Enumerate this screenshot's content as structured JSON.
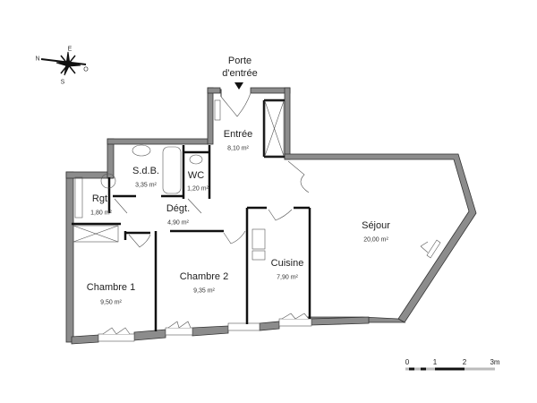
{
  "compass": {
    "north": "N",
    "east": "E",
    "south": "S",
    "west": "O"
  },
  "entrance": {
    "label_line1": "Porte",
    "label_line2": "d'entrée"
  },
  "rooms": [
    {
      "id": "entree",
      "name": "Entrée",
      "area": "8,10 m²"
    },
    {
      "id": "sdb",
      "name": "S.d.B.",
      "area": "3,35 m²"
    },
    {
      "id": "wc",
      "name": "WC",
      "area": "1,20 m²"
    },
    {
      "id": "rgt",
      "name": "Rgt.",
      "area": "1,80 m²"
    },
    {
      "id": "degt",
      "name": "Dégt.",
      "area": "4,90 m²"
    },
    {
      "id": "chambre1",
      "name": "Chambre 1",
      "area": "9,50 m²"
    },
    {
      "id": "chambre2",
      "name": "Chambre 2",
      "area": "9,35 m²"
    },
    {
      "id": "cuisine",
      "name": "Cuisine",
      "area": "7,90 m²"
    },
    {
      "id": "sejour",
      "name": "Séjour",
      "area": "20,00 m²"
    }
  ],
  "scale": {
    "ticks": [
      "0",
      "1",
      "2",
      "3m"
    ]
  },
  "colors": {
    "wall": "#8c8c8c",
    "wall_edge": "#333333",
    "partition": "#111111"
  }
}
